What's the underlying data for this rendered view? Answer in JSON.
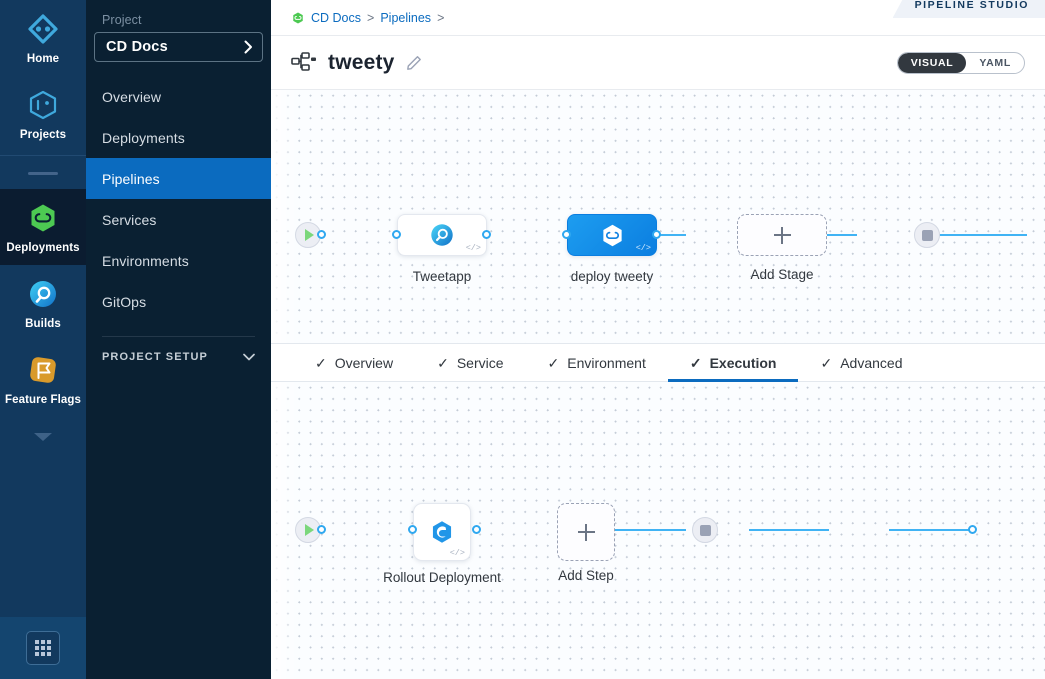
{
  "rail": {
    "items": [
      {
        "label": "Home",
        "icon": "home-diamond-icon",
        "active": false
      },
      {
        "label": "Projects",
        "icon": "cube-icon",
        "active": false
      },
      {
        "label": "Deployments",
        "icon": "deployments-hexagon-icon",
        "active": true
      },
      {
        "label": "Builds",
        "icon": "builds-circle-icon",
        "active": false
      },
      {
        "label": "Feature Flags",
        "icon": "flag-icon",
        "active": false
      }
    ],
    "launcher_icon": "grid-launcher-icon",
    "collapse_icon": "chevron-down-icon"
  },
  "sidebar": {
    "section_label": "Project",
    "project_name": "CD Docs",
    "project_chevron": "chevron-right-icon",
    "items": [
      {
        "label": "Overview",
        "active": false
      },
      {
        "label": "Deployments",
        "active": false
      },
      {
        "label": "Pipelines",
        "active": true
      },
      {
        "label": "Services",
        "active": false
      },
      {
        "label": "Environments",
        "active": false
      },
      {
        "label": "GitOps",
        "active": false
      }
    ],
    "setup_label": "PROJECT SETUP",
    "setup_chevron": "chevron-down-icon"
  },
  "header": {
    "breadcrumbs": [
      {
        "label": "CD Docs",
        "sep": ">"
      },
      {
        "label": "Pipelines",
        "sep": ">"
      }
    ],
    "studio_badge": "PIPELINE STUDIO",
    "pipeline_icon": "pipeline-hierarchy-icon",
    "pipeline_title": "tweety",
    "edit_icon": "pencil-edit-icon",
    "view_toggle": {
      "visual": "VISUAL",
      "yaml": "YAML",
      "selected": "VISUAL"
    }
  },
  "tabs": [
    {
      "label": "Overview",
      "check": "✓",
      "active": false
    },
    {
      "label": "Service",
      "check": "✓",
      "active": false
    },
    {
      "label": "Environment",
      "check": "✓",
      "active": false
    },
    {
      "label": "Execution",
      "check": "✓",
      "active": true
    },
    {
      "label": "Advanced",
      "check": "✓",
      "active": false
    }
  ],
  "stage_graph": {
    "start_icon": "play-start-icon",
    "end_icon": "stop-end-icon",
    "stages": [
      {
        "label": "Tweetapp",
        "icon": "build-stage-icon",
        "selected": false,
        "code_badge": "</>"
      },
      {
        "label": "deploy tweety",
        "icon": "deploy-stage-icon",
        "selected": true,
        "code_badge": "</>"
      }
    ],
    "add_stage_label": "Add Stage",
    "add_icon": "plus-icon"
  },
  "step_graph": {
    "start_icon": "play-start-icon",
    "end_icon": "stop-end-icon",
    "steps": [
      {
        "label": "Rollout Deployment",
        "icon": "rollout-deployment-icon",
        "code_badge": "</>"
      }
    ],
    "add_step_label": "Add Step",
    "add_icon": "plus-icon"
  },
  "colors": {
    "rail_bg": "#12395e",
    "rail_active_bg": "#0b1c30",
    "sidebar_bg": "#0a2032",
    "accent_blue": "#0b6bbf",
    "link_blue": "#40b3f4",
    "deploy_green": "#4dc952",
    "flag_orange": "#d99a2b",
    "canvas_bg": "#fbfdff"
  }
}
